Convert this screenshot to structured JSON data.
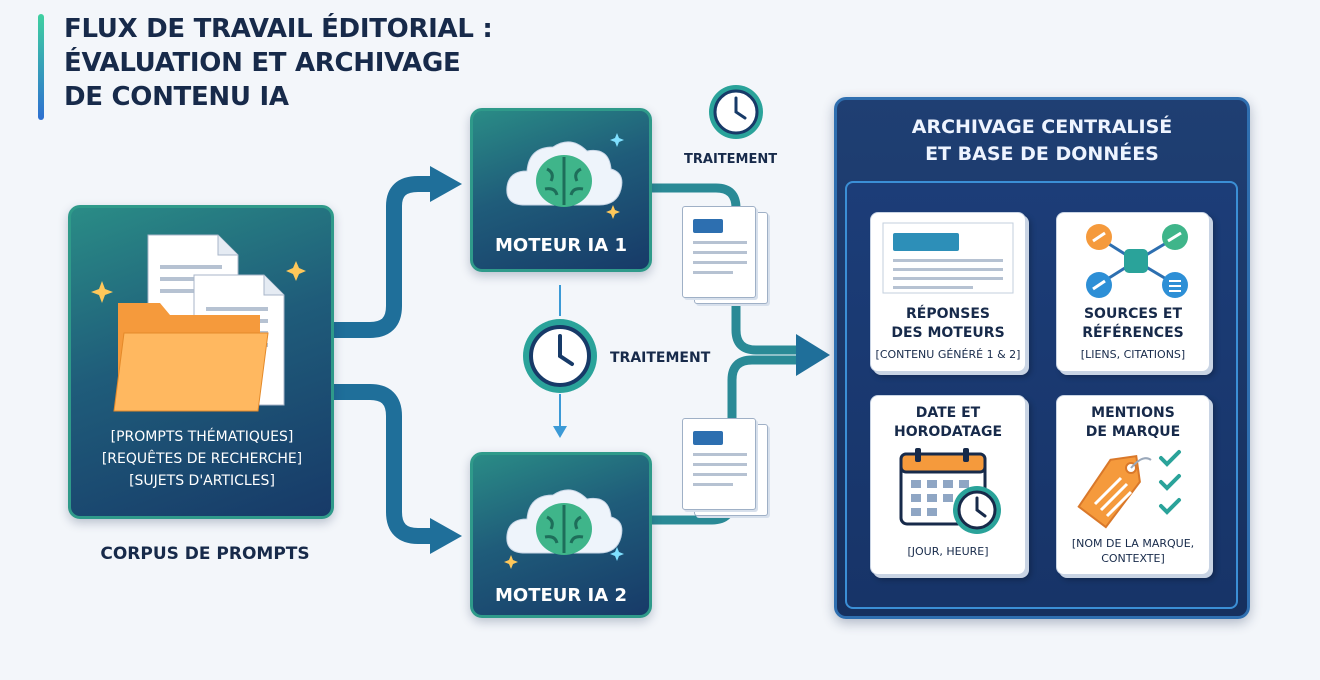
{
  "title": {
    "line1": "Flux de travail éditorial :",
    "line2": "Évaluation et archivage",
    "line3": "de contenu IA"
  },
  "corpus": {
    "items": [
      "[Prompts thématiques]",
      "[Requêtes de recherche]",
      "[Sujets d'articles]"
    ],
    "caption": "Corpus de prompts"
  },
  "engines": {
    "engine1": "Moteur IA 1",
    "engine2": "Moteur IA 2"
  },
  "processing": {
    "label_top": "Traitement",
    "label_middle": "Traitement"
  },
  "archive": {
    "title_line1": "Archivage centralisé",
    "title_line2": "et base de données",
    "tiles": {
      "responses": {
        "title_line1": "Réponses",
        "title_line2": "des moteurs",
        "sub": "[Contenu généré 1 & 2]"
      },
      "sources": {
        "title_line1": "Sources et",
        "title_line2": "références",
        "sub": "[Liens, citations]"
      },
      "date": {
        "title_line1": "Date et",
        "title_line2": "horodatage",
        "sub": "[Jour, heure]"
      },
      "brand": {
        "title_line1": "Mentions",
        "title_line2": "de marque",
        "sub_line1": "[Nom de la marque,",
        "sub_line2": "contexte]"
      }
    }
  },
  "colors": {
    "dark_navy": "#172a4a",
    "teal": "#2a8c86",
    "arrow": "#1f6f9a",
    "orange": "#f59a3c"
  }
}
